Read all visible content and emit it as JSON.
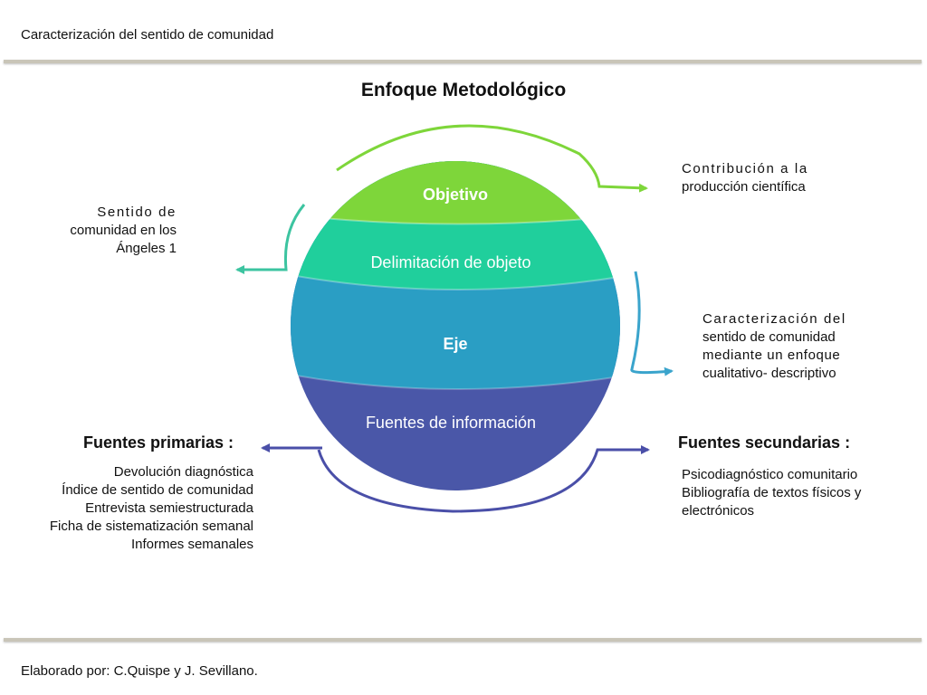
{
  "header": {
    "text": "Caracterización del sentido de comunidad"
  },
  "title": "Enfoque Metodológico",
  "sphere": {
    "bands": [
      {
        "label": "Objetivo",
        "color": "#7ed63a"
      },
      {
        "label": "Delimitación de objeto",
        "color": "#20cf9c"
      },
      {
        "label": "Eje",
        "color": "#2a9ec4"
      },
      {
        "label": "Fuentes de información",
        "color": "#4a57a8"
      }
    ]
  },
  "notes": {
    "left_top": {
      "lines": [
        "Sentido de",
        "comunidad en los",
        "Ángeles 1"
      ]
    },
    "right_top": {
      "lines": [
        "Contribución a la",
        "producción científica"
      ]
    },
    "right_middle": {
      "lines": [
        "Caracterización del",
        "sentido de comunidad",
        "mediante un enfoque",
        "cualitativo- descriptivo"
      ]
    }
  },
  "primary": {
    "heading": "Fuentes primarias :",
    "items": [
      "Devolución diagnóstica",
      "Índice de sentido de comunidad",
      "Entrevista semiestructurada",
      "Ficha de sistematización semanal",
      "Informes semanales"
    ]
  },
  "secondary": {
    "heading": "Fuentes secundarias :",
    "items": [
      "Psicodiagnóstico comunitario",
      "Bibliografía de textos físicos y",
      "electrónicos"
    ]
  },
  "footer": {
    "text": "Elaborado por: C.Quispe y J. Sevillano."
  },
  "arrow_colors": {
    "green": "#7ed63a",
    "teal": "#3cc4a0",
    "blue": "#3aa4cc",
    "indigo": "#4a4fa8"
  }
}
